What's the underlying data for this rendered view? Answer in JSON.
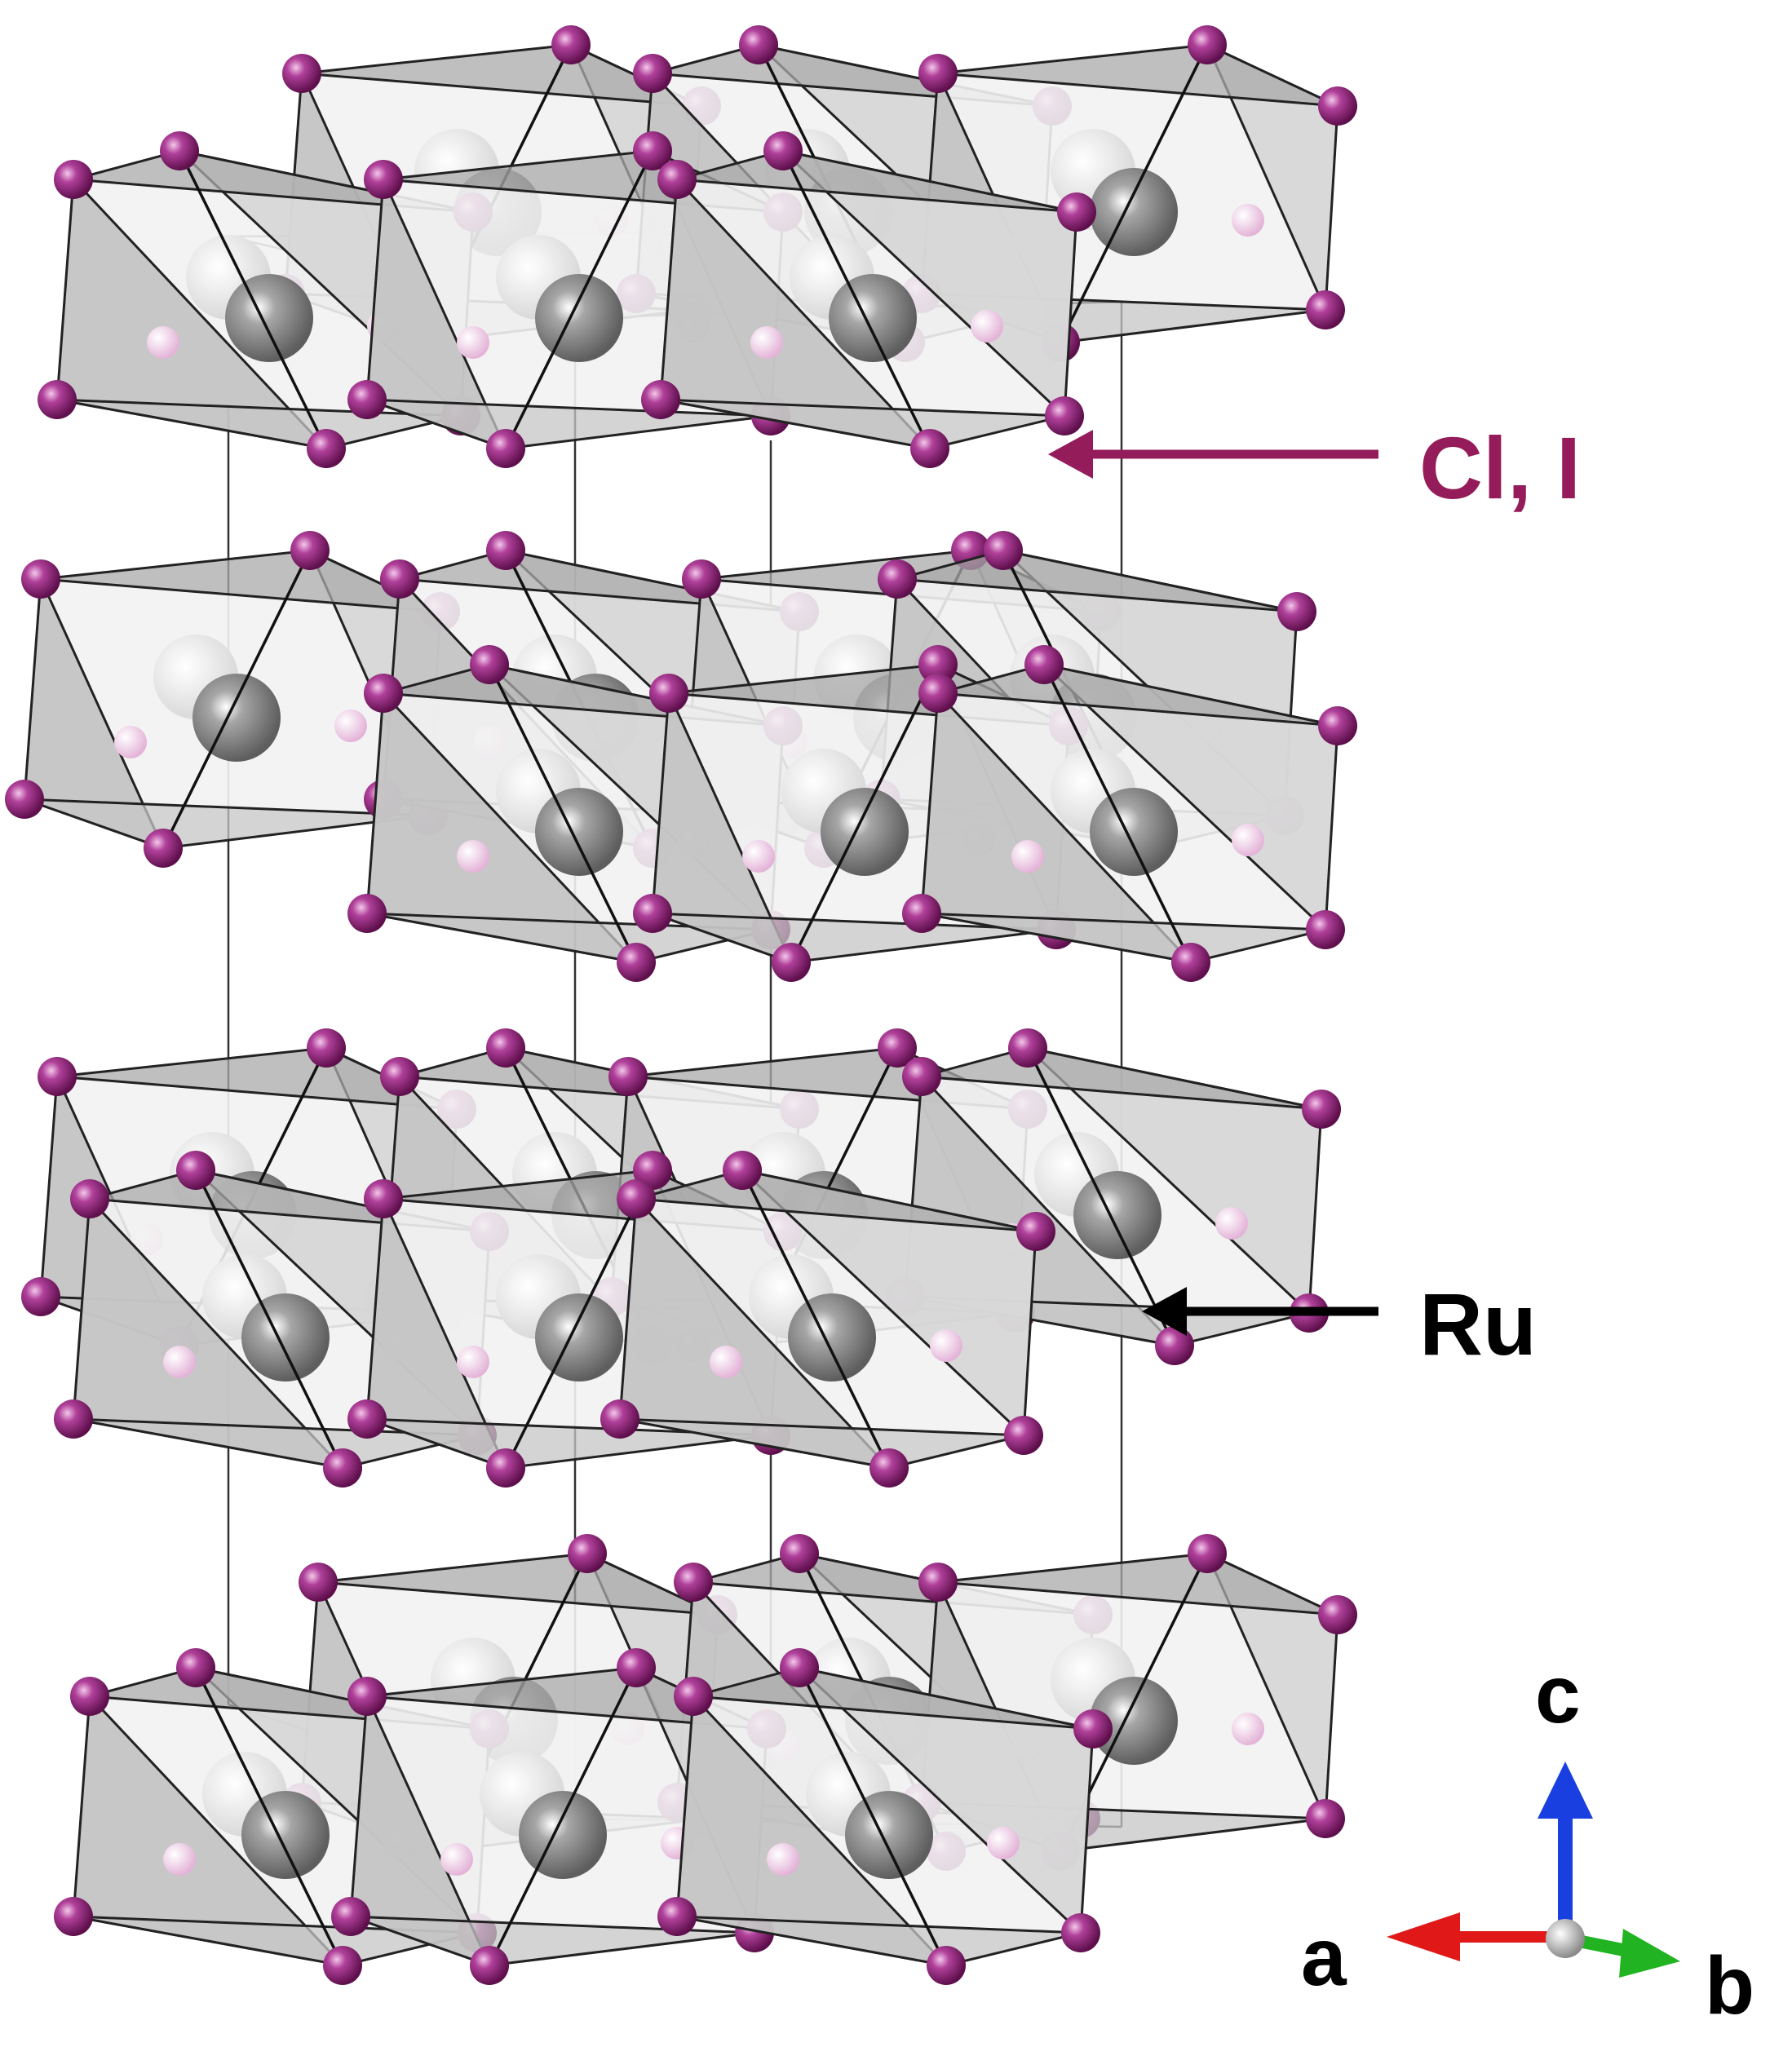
{
  "labels": {
    "anion": "Cl, I",
    "cation": "Ru"
  },
  "axes": {
    "c": "c",
    "a": "a",
    "b": "b"
  },
  "colors": {
    "anion": "#9c2a7c",
    "anion_light": "#e6b9da",
    "cation": "#8c8c8c",
    "octahedron_face": "#d4d4d4",
    "octahedron_face_light": "#f2f2f2",
    "edge": "#1a1a1a",
    "label_anion": "#951c5a",
    "label_cation": "#000000",
    "axis_a": "#e01818",
    "axis_b": "#22b322",
    "axis_c": "#1a3fe0"
  },
  "structure": {
    "layers": 4,
    "octahedra_per_row": 4,
    "rows_per_layer": 2
  }
}
